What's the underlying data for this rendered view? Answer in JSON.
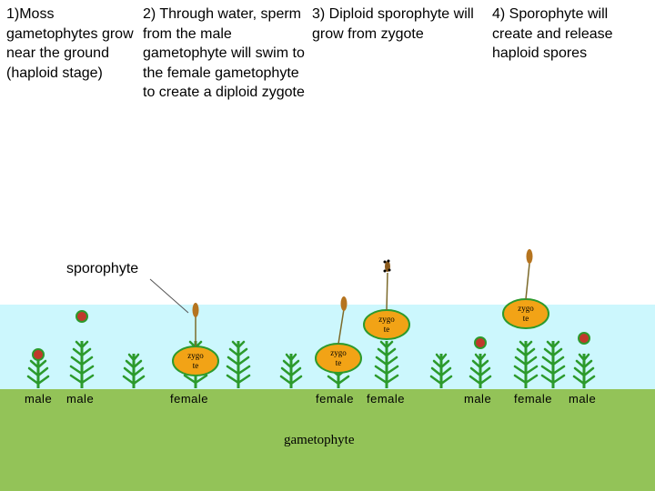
{
  "steps": [
    "1)Moss gametophytes grow near the ground (haploid stage)",
    "2) Through water, sperm from the male gametophyte will swim to the female gametophyte to create a diploid zygote",
    "3) Diploid sporophyte will grow from zygote",
    "4) Sporophyte will create and release haploid spores"
  ],
  "labels": {
    "sporophyte": "sporophyte",
    "gametophyte": "gametophyte",
    "male": "male",
    "female": "female",
    "zygote_top": "zygo",
    "zygote_bottom": "te"
  },
  "colors": {
    "water": "#ccf7fd",
    "ground": "#93c358",
    "plant": "#2c9a2c",
    "male_head": "#c0392b",
    "zygote_fill": "#f2a316",
    "capsule": "#b5741f"
  }
}
